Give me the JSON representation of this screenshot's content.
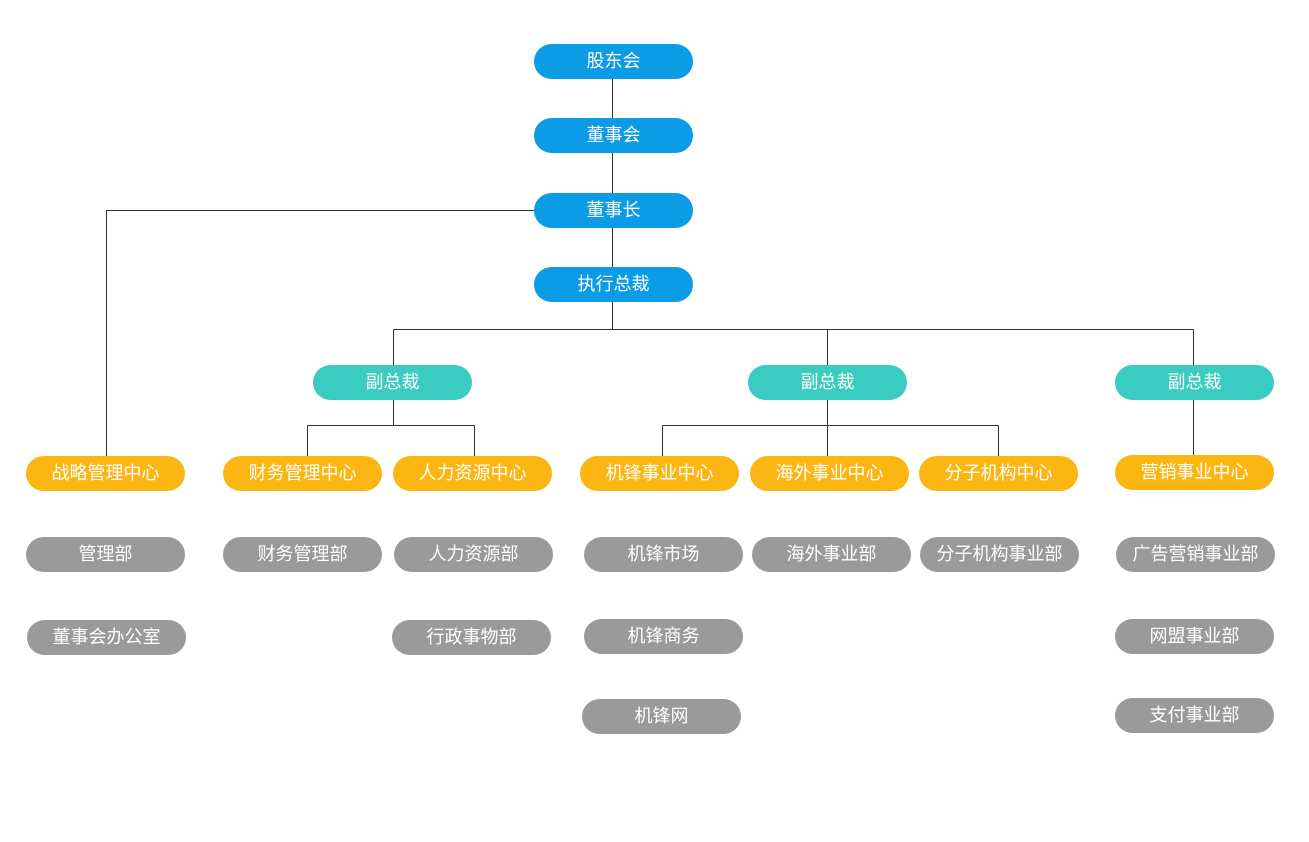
{
  "colors": {
    "leadership": "#0c9be5",
    "vice_president": "#3acbc1",
    "center": "#fbb614",
    "department": "#9a9a9a",
    "connector": "#333333"
  },
  "chain": {
    "shareholders": "股东会",
    "board": "董事会",
    "chairman": "董事长",
    "ceo": "执行总裁"
  },
  "vice_presidents": {
    "vp1": "副总裁",
    "vp2": "副总裁",
    "vp3": "副总裁"
  },
  "centers": {
    "strategy": "战略管理中心",
    "finance": "财务管理中心",
    "hr": "人力资源中心",
    "jifeng": "机锋事业中心",
    "overseas": "海外事业中心",
    "branch": "分子机构中心",
    "marketing": "营销事业中心"
  },
  "departments": {
    "strategy": [
      "管理部",
      "董事会办公室"
    ],
    "finance": [
      "财务管理部"
    ],
    "hr": [
      "人力资源部",
      "行政事物部"
    ],
    "jifeng": [
      "机锋市场",
      "机锋商务",
      "机锋网"
    ],
    "overseas": [
      "海外事业部"
    ],
    "branch": [
      "分子机构事业部"
    ],
    "marketing": [
      "广告营销事业部",
      "网盟事业部",
      "支付事业部"
    ]
  }
}
